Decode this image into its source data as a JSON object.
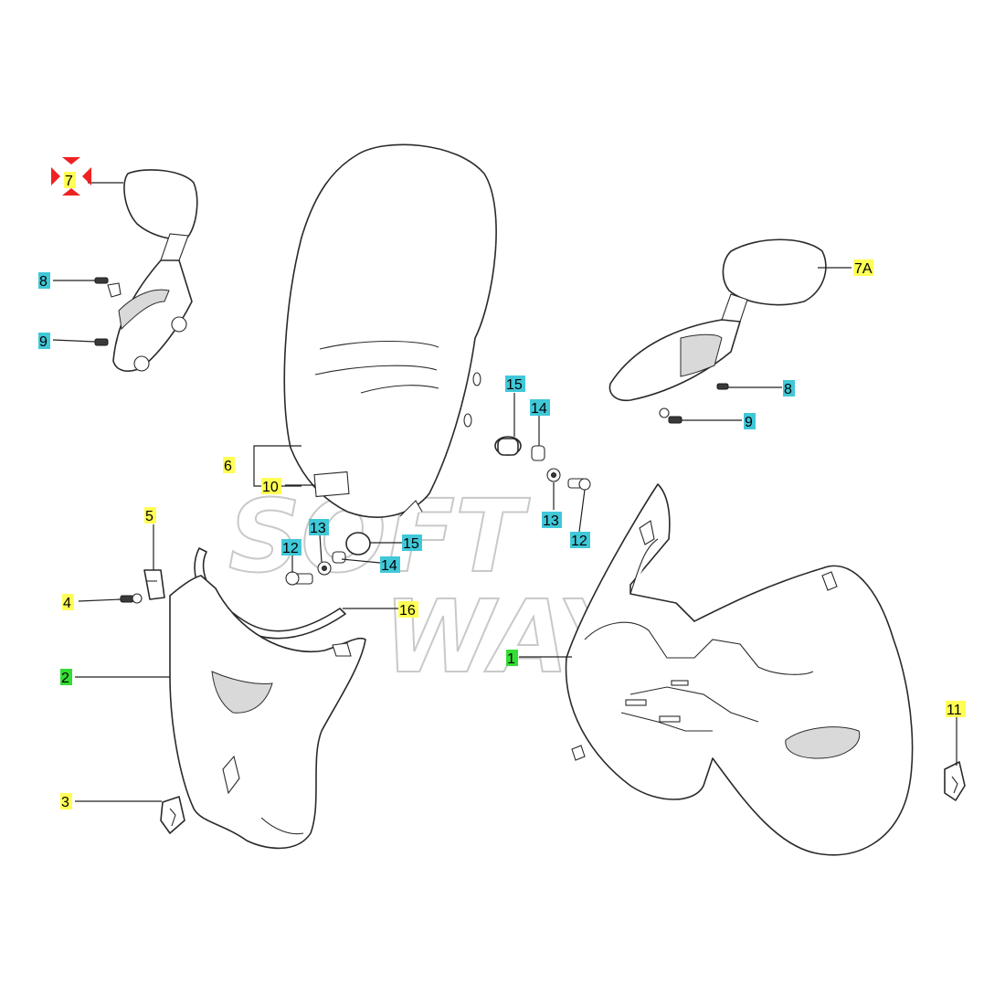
{
  "watermark": {
    "line1": "SOFT",
    "line2": "WAY"
  },
  "colors": {
    "yellow": "#ffff55",
    "cyan": "#40c8d8",
    "green": "#33dd33",
    "marker": "#ee2222"
  },
  "callouts": [
    {
      "id": "c-7",
      "label": "7",
      "color": "yellow",
      "marked": true
    },
    {
      "id": "c-8-left",
      "label": "8",
      "color": "cyan"
    },
    {
      "id": "c-9-left",
      "label": "9",
      "color": "cyan"
    },
    {
      "id": "c-7a",
      "label": "7A",
      "color": "yellow"
    },
    {
      "id": "c-8-right",
      "label": "8",
      "color": "cyan"
    },
    {
      "id": "c-9-right",
      "label": "9",
      "color": "cyan"
    },
    {
      "id": "c-15-top",
      "label": "15",
      "color": "cyan"
    },
    {
      "id": "c-14-top",
      "label": "14",
      "color": "cyan"
    },
    {
      "id": "c-13-right",
      "label": "13",
      "color": "cyan"
    },
    {
      "id": "c-12-right",
      "label": "12",
      "color": "cyan"
    },
    {
      "id": "c-6",
      "label": "6",
      "color": "yellow"
    },
    {
      "id": "c-10",
      "label": "10",
      "color": "yellow"
    },
    {
      "id": "c-5",
      "label": "5",
      "color": "yellow"
    },
    {
      "id": "c-13-left",
      "label": "13",
      "color": "cyan"
    },
    {
      "id": "c-15-mid",
      "label": "15",
      "color": "cyan"
    },
    {
      "id": "c-12-left",
      "label": "12",
      "color": "cyan"
    },
    {
      "id": "c-14-mid",
      "label": "14",
      "color": "cyan"
    },
    {
      "id": "c-4",
      "label": "4",
      "color": "yellow"
    },
    {
      "id": "c-16",
      "label": "16",
      "color": "yellow"
    },
    {
      "id": "c-1",
      "label": "1",
      "color": "green"
    },
    {
      "id": "c-2",
      "label": "2",
      "color": "green"
    },
    {
      "id": "c-11",
      "label": "11",
      "color": "yellow"
    },
    {
      "id": "c-3",
      "label": "3",
      "color": "yellow"
    }
  ]
}
